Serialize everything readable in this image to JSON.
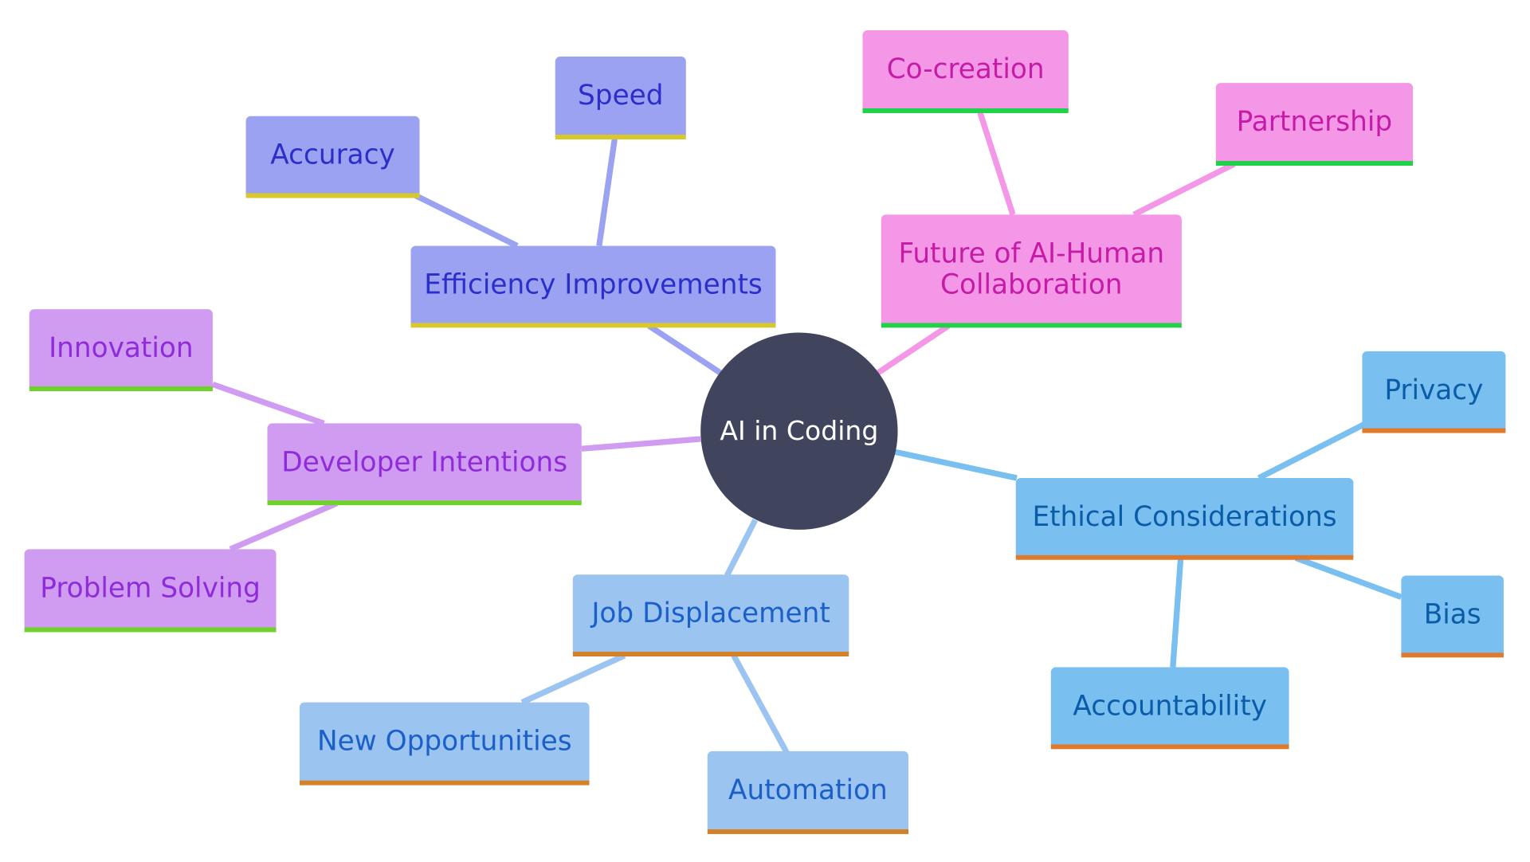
{
  "root": {
    "label": "AI in Coding",
    "fill": "#40455d",
    "text_color": "#ffffff"
  },
  "colors": {
    "efficiency": {
      "fill": "#9ca2f2",
      "text": "#2b2fc9",
      "underline": "#d9c82a",
      "line": "#9ca2f2"
    },
    "future": {
      "fill": "#f397e6",
      "text": "#c51ca8",
      "underline": "#22d14a",
      "line": "#f397e6"
    },
    "developer": {
      "fill": "#cf9cf2",
      "text": "#8f2bd9",
      "underline": "#6fd12a",
      "line": "#cf9cf2"
    },
    "ethical": {
      "fill": "#79bff0",
      "text": "#0b5ca8",
      "underline": "#e07a2a",
      "line": "#79bff0"
    },
    "job": {
      "fill": "#9cc4f0",
      "text": "#1b5fc9",
      "underline": "#d4822a",
      "line": "#9cc4f0"
    }
  },
  "branches": {
    "efficiency": {
      "label": "Efficiency Improvements",
      "children": {
        "speed": "Speed",
        "accuracy": "Accuracy"
      }
    },
    "future": {
      "label": "Future of AI-Human Collaboration",
      "children": {
        "cocreation": "Co-creation",
        "partnership": "Partnership"
      }
    },
    "developer": {
      "label": "Developer Intentions",
      "children": {
        "innovation": "Innovation",
        "problem_solving": "Problem Solving"
      }
    },
    "ethical": {
      "label": "Ethical Considerations",
      "children": {
        "privacy": "Privacy",
        "bias": "Bias",
        "accountability": "Accountability"
      }
    },
    "job": {
      "label": "Job Displacement",
      "children": {
        "new_opportunities": "New Opportunities",
        "automation": "Automation"
      }
    }
  }
}
